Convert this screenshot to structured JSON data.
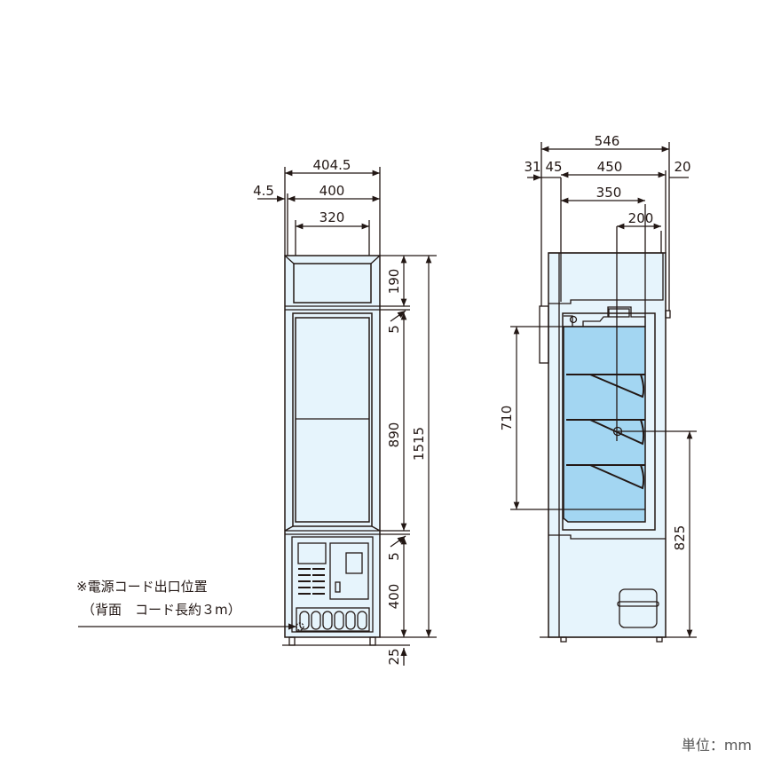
{
  "front_view": {
    "dims": {
      "w_total": "404.5",
      "w_body": "400",
      "w_offset": "4.5",
      "w_inner": "320",
      "h_top": "190",
      "h_gap1": "5",
      "h_door": "890",
      "h_gap2": "5",
      "h_base": "400",
      "h_total": "1515",
      "h_feet": "25"
    },
    "note_line1": "※電源コード出口位置",
    "note_line2": "（背面　コード長約３m）"
  },
  "side_view": {
    "dims": {
      "d_total": "546",
      "d_left": "31",
      "d_left2": "45",
      "d_main": "450",
      "d_right": "20",
      "d_350": "350",
      "d_200": "200",
      "h_710": "710",
      "h_825": "825"
    }
  },
  "unit_label": "単位：mm",
  "colors": {
    "line": "#231815",
    "light_blue": "#e6f4fc",
    "blue": "#a3d6f2"
  }
}
